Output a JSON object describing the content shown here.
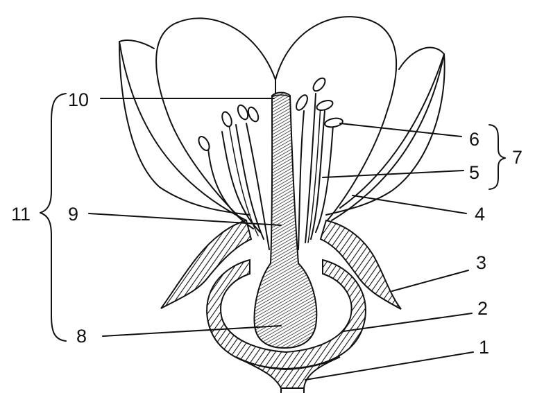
{
  "labels": {
    "l1": "1",
    "l2": "2",
    "l3": "3",
    "l4": "4",
    "l5": "5",
    "l6": "6",
    "l7": "7",
    "l8": "8",
    "l9": "9",
    "l10": "10",
    "l11": "11"
  },
  "colors": {
    "ink": "#111111",
    "paper": "#ffffff"
  }
}
